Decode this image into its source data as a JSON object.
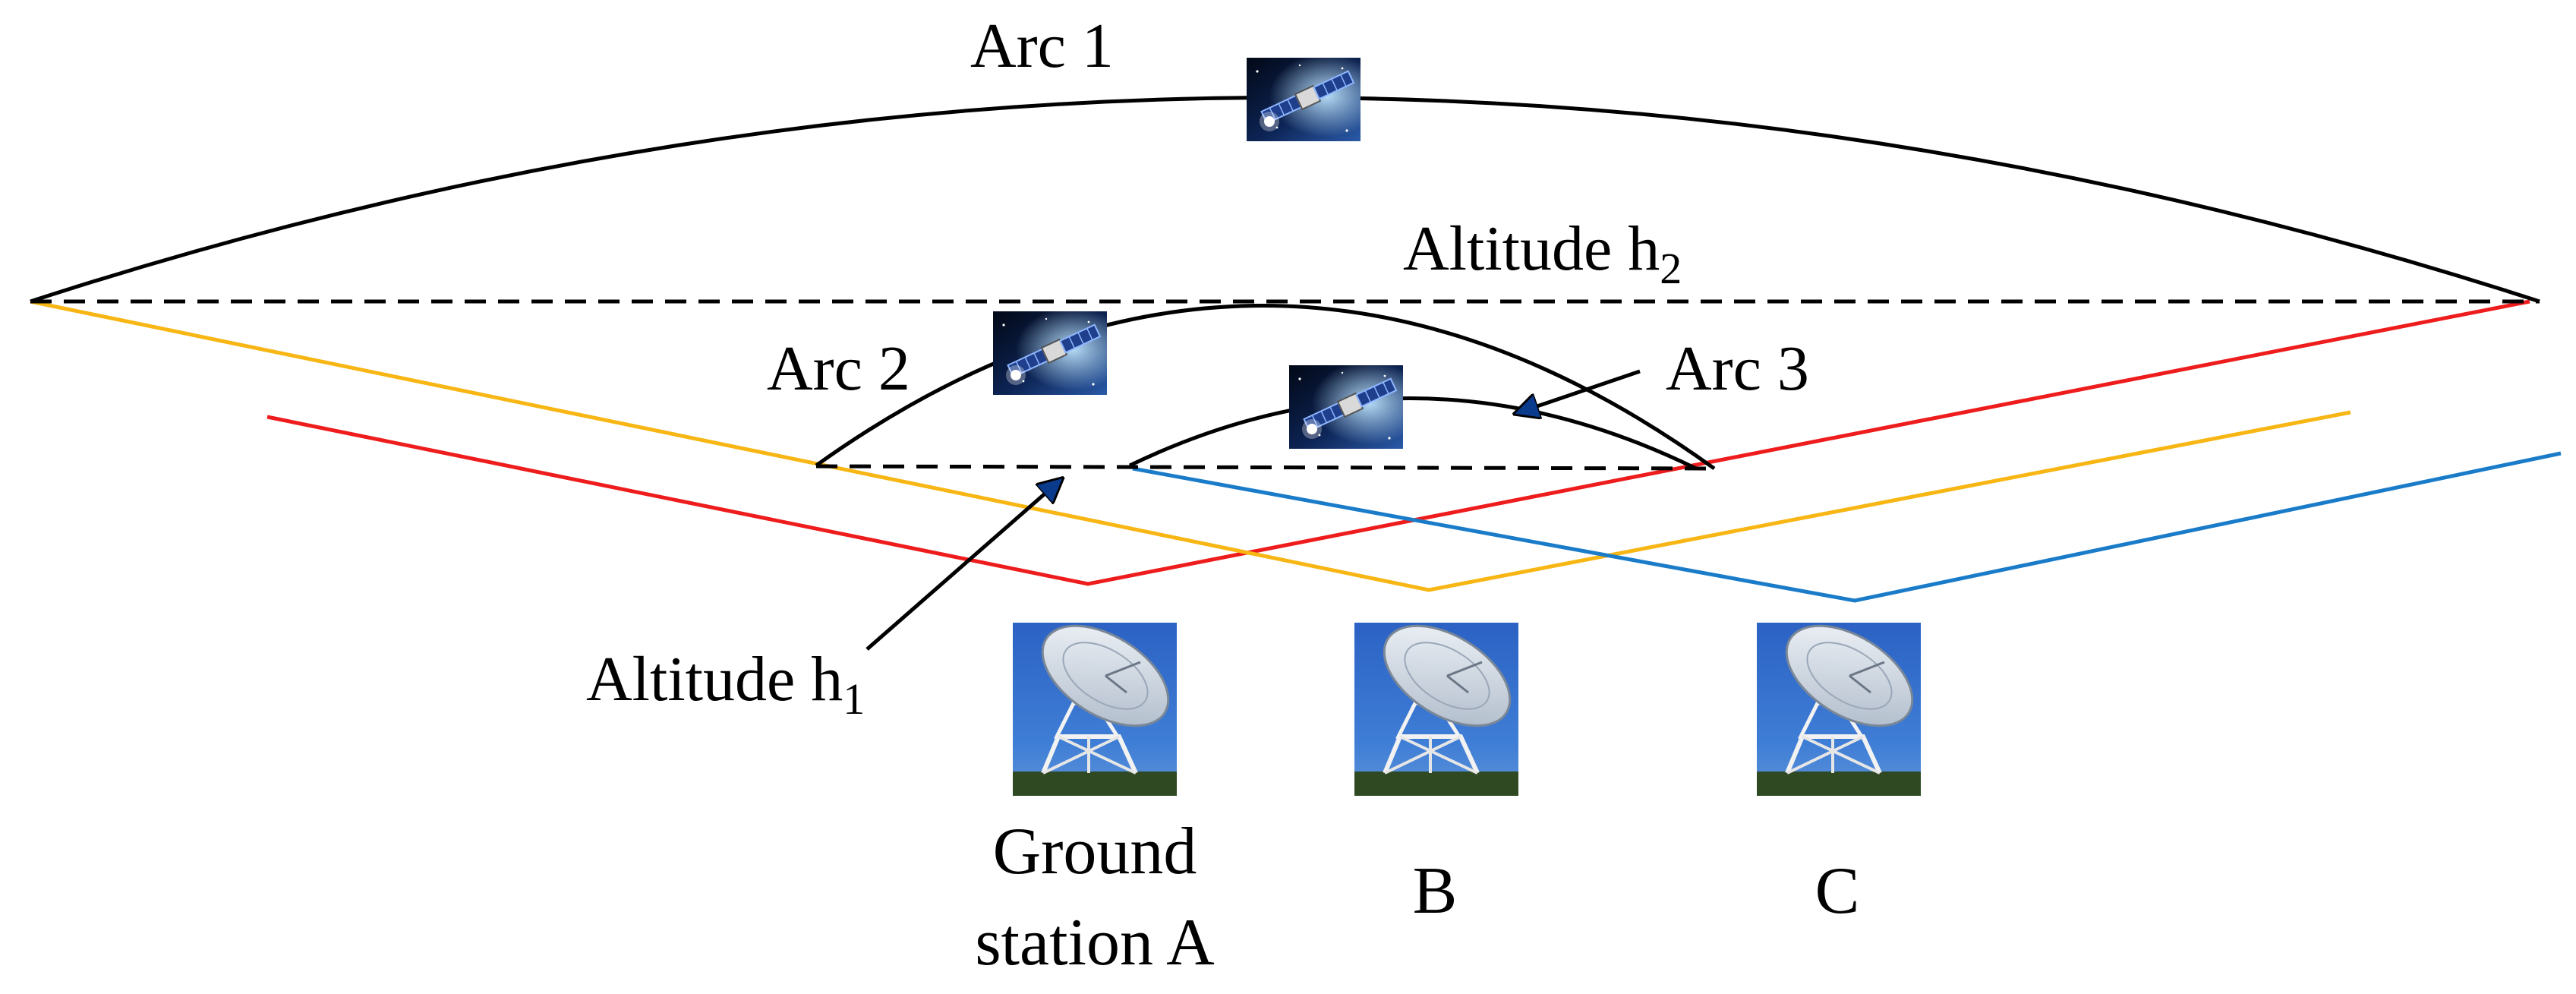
{
  "labels": {
    "arc1": "Arc 1",
    "arc2": "Arc 2",
    "arc3": "Arc 3",
    "altitude_h2_text": "Altitude h",
    "altitude_h2_sub": "2",
    "altitude_h1_text": "Altitude h",
    "altitude_h1_sub": "1",
    "station_a_line1": "Ground",
    "station_a_line2": "station A",
    "station_b": "B",
    "station_c": "C"
  },
  "icons": {
    "satellite": "satellite-icon",
    "ground_station": "radio-telescope-dish-icon"
  },
  "colors": {
    "coverage_a": "#ee1c1c",
    "coverage_b": "#f7b614",
    "coverage_c": "#1a7cc9",
    "arcs": "#000000",
    "altitude_lines": "#000000"
  }
}
